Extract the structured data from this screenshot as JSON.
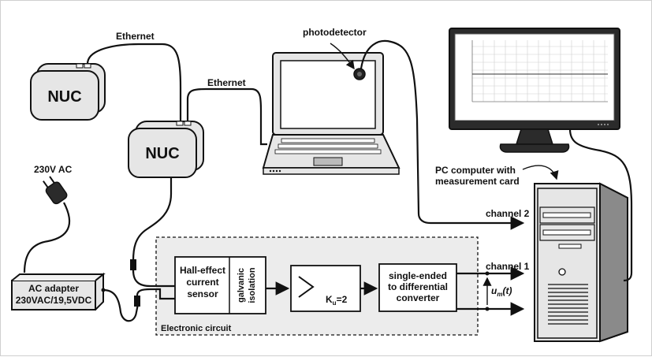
{
  "nuc_label": "NUC",
  "ethernet_label": "Ethernet",
  "photodetector_label": "photodetector",
  "ac_label": "230V AC",
  "ac_adapter_line1": "AC adapter",
  "ac_adapter_line2": "230VAC/19,5VDC",
  "pc_label_line1": "PC computer with",
  "pc_label_line2": "measurement card",
  "channel1": "channel 1",
  "channel2": "channel 2",
  "um_label": "u",
  "um_sub": "m",
  "um_tail": "(t)",
  "hall_line1": "Hall-effect",
  "hall_line2": "current",
  "hall_line3": "sensor",
  "galvanic_line1": "galvanic",
  "galvanic_line2": "isolation",
  "amp_label": "K",
  "amp_sub": "u",
  "amp_tail": "=2",
  "converter_line1": "single-ended",
  "converter_line2": "to differential",
  "converter_line3": "converter",
  "circuit_label": "Electronic circuit",
  "colors": {
    "case_fill": "#e6e6e6",
    "panel_fill": "#ececec",
    "screen_fill": "#d9d9d9",
    "line": "#111111"
  }
}
